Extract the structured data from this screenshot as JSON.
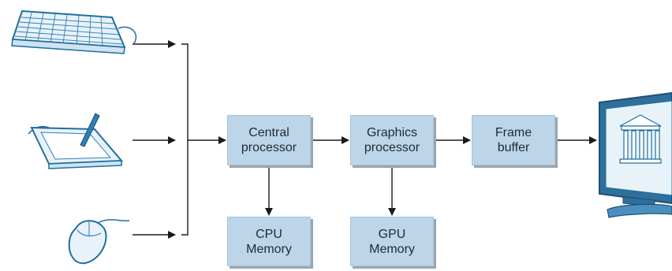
{
  "blocks": {
    "central_processor": {
      "line1": "Central",
      "line2": "processor"
    },
    "graphics_processor": {
      "line1": "Graphics",
      "line2": "processor"
    },
    "frame_buffer": {
      "line1": "Frame",
      "line2": "buffer"
    },
    "cpu_memory": {
      "line1": "CPU",
      "line2": "Memory"
    },
    "gpu_memory": {
      "line1": "GPU",
      "line2": "Memory"
    }
  },
  "icons": [
    "keyboard-icon",
    "graphics-tablet-icon",
    "mouse-icon",
    "monitor-icon"
  ],
  "colors": {
    "block_fill": "#bcd5e9",
    "block_shadow": "#9aa5ae",
    "line": "#1a1a1a",
    "device_outline": "#1f6f9f",
    "device_fill": "#e8f2f9",
    "device_accent": "#2e7fb4"
  }
}
